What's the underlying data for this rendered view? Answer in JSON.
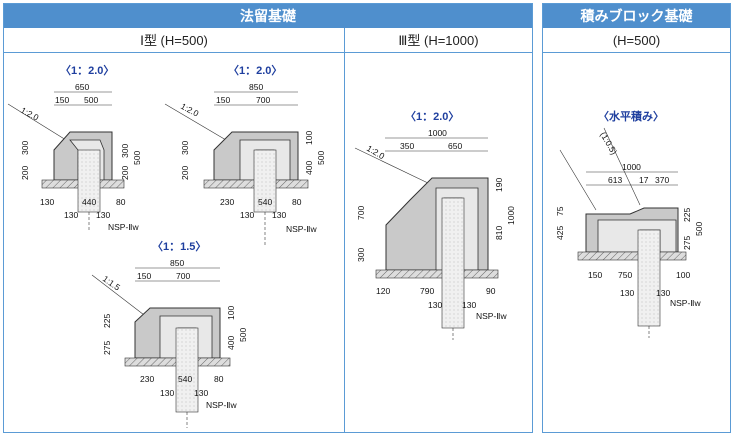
{
  "panels": {
    "left": {
      "title": "法留基礎"
    },
    "right": {
      "title": "積みブロック基礎",
      "subtitle": "(H=500)"
    }
  },
  "columns": {
    "type1": "Ⅰ型 (H=500)",
    "type3": "Ⅲ型 (H=1000)"
  },
  "ratios": {
    "a": "〈1：2.0〉",
    "b": "〈1：2.0〉",
    "c": "〈1：1.5〉",
    "d": "〈1：2.0〉",
    "e": "〈水平積み〉"
  },
  "slopes": {
    "a": "1:2.0",
    "b": "1:2.0",
    "c": "1:1.5",
    "d": "1:2.0",
    "e": "(1:0.5)"
  },
  "product": "NSP-Ⅱw",
  "dims": {
    "a": {
      "top": "650",
      "t1": "150",
      "t2": "500",
      "l1": "200",
      "l2": "300",
      "r1": "300",
      "r2": "200",
      "r3": "500",
      "b1": "130",
      "b2": "440",
      "b3": "80",
      "p1": "130",
      "p2": "130"
    },
    "b": {
      "top": "850",
      "t1": "150",
      "t2": "700",
      "l1": "200",
      "l2": "300",
      "r1": "100",
      "r2": "400",
      "r3": "500",
      "b1": "230",
      "b2": "540",
      "b3": "80",
      "p1": "130",
      "p2": "130"
    },
    "c": {
      "top": "850",
      "t1": "150",
      "t2": "700",
      "l1": "275",
      "l2": "225",
      "r1": "100",
      "r2": "400",
      "r3": "500",
      "b1": "230",
      "b2": "540",
      "b3": "80",
      "p1": "130",
      "p2": "130"
    },
    "d": {
      "top": "1000",
      "t1": "350",
      "t2": "650",
      "l1": "700",
      "l2": "300",
      "r1": "190",
      "r2": "810",
      "r3": "1000",
      "b1": "120",
      "b2": "790",
      "b3": "90",
      "p1": "130",
      "p2": "130"
    },
    "e": {
      "top": "1000",
      "t1": "613",
      "t2": "17",
      "t3": "370",
      "l1": "425",
      "l2": "75",
      "r1": "275",
      "r2": "225",
      "r3": "500",
      "b1": "150",
      "b2": "750",
      "b3": "100",
      "p1": "130",
      "p2": "130"
    }
  }
}
